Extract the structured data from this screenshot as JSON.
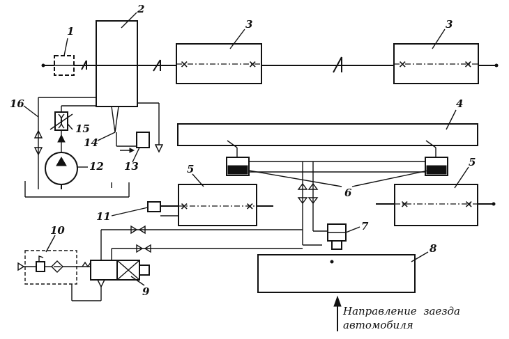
{
  "labels": {
    "n1": "1",
    "n2": "2",
    "n3a": "3",
    "n3b": "3",
    "n4": "4",
    "n5a": "5",
    "n5b": "5",
    "n6": "6",
    "n7": "7",
    "n8": "8",
    "n9": "9",
    "n10": "10",
    "n11": "11",
    "n12": "12",
    "n13": "13",
    "n14": "14",
    "n15": "15",
    "n16": "16"
  },
  "caption": {
    "line1": "Направление  заезда",
    "line2": "автомобиля"
  }
}
